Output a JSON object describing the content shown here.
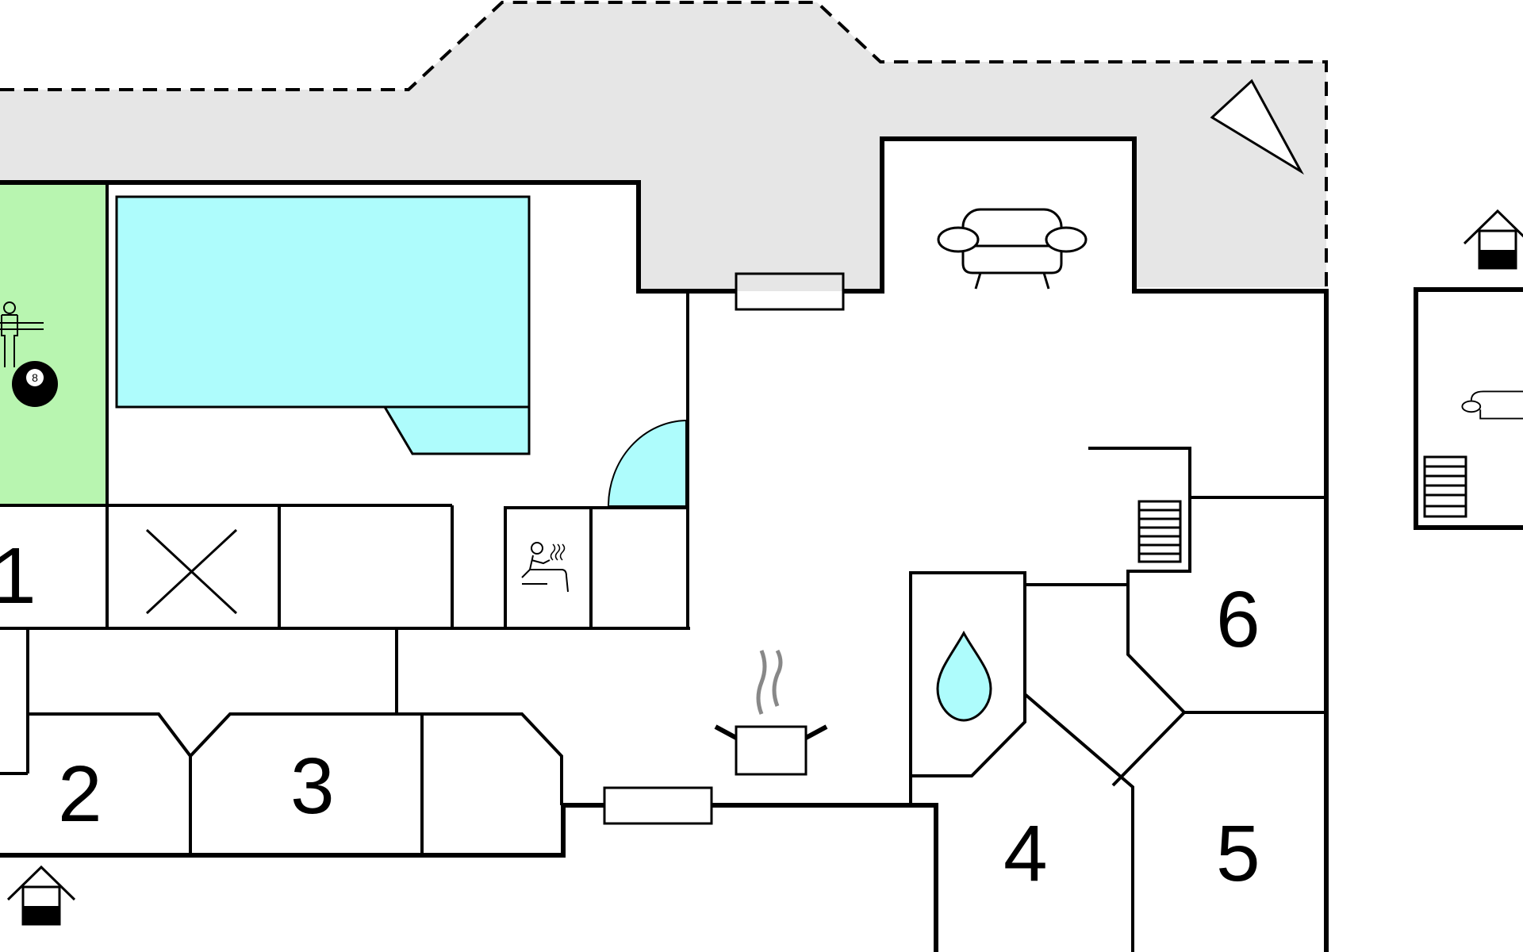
{
  "colors": {
    "wall": "#000000",
    "terrace": "#e6e6e6",
    "pool_water": "#aefcfc",
    "game_room": "#b8f5b0",
    "background": "#ffffff"
  },
  "rooms": [
    {
      "id": "room-1",
      "label": "1"
    },
    {
      "id": "room-2",
      "label": "2"
    },
    {
      "id": "room-3",
      "label": "3"
    },
    {
      "id": "room-4",
      "label": "4"
    },
    {
      "id": "room-5",
      "label": "5"
    },
    {
      "id": "room-6",
      "label": "6"
    }
  ],
  "ball": {
    "label": "8"
  },
  "icons": [
    "sofa-icon",
    "pool-icon",
    "foosball-icon",
    "billiard-ball-icon",
    "sauna-icon",
    "cooking-pot-icon",
    "water-drop-icon",
    "stairs-icon",
    "entrance-house-icon",
    "compass-icon",
    "window-icon",
    "toilet-cross-icon",
    "whirlpool-icon"
  ]
}
